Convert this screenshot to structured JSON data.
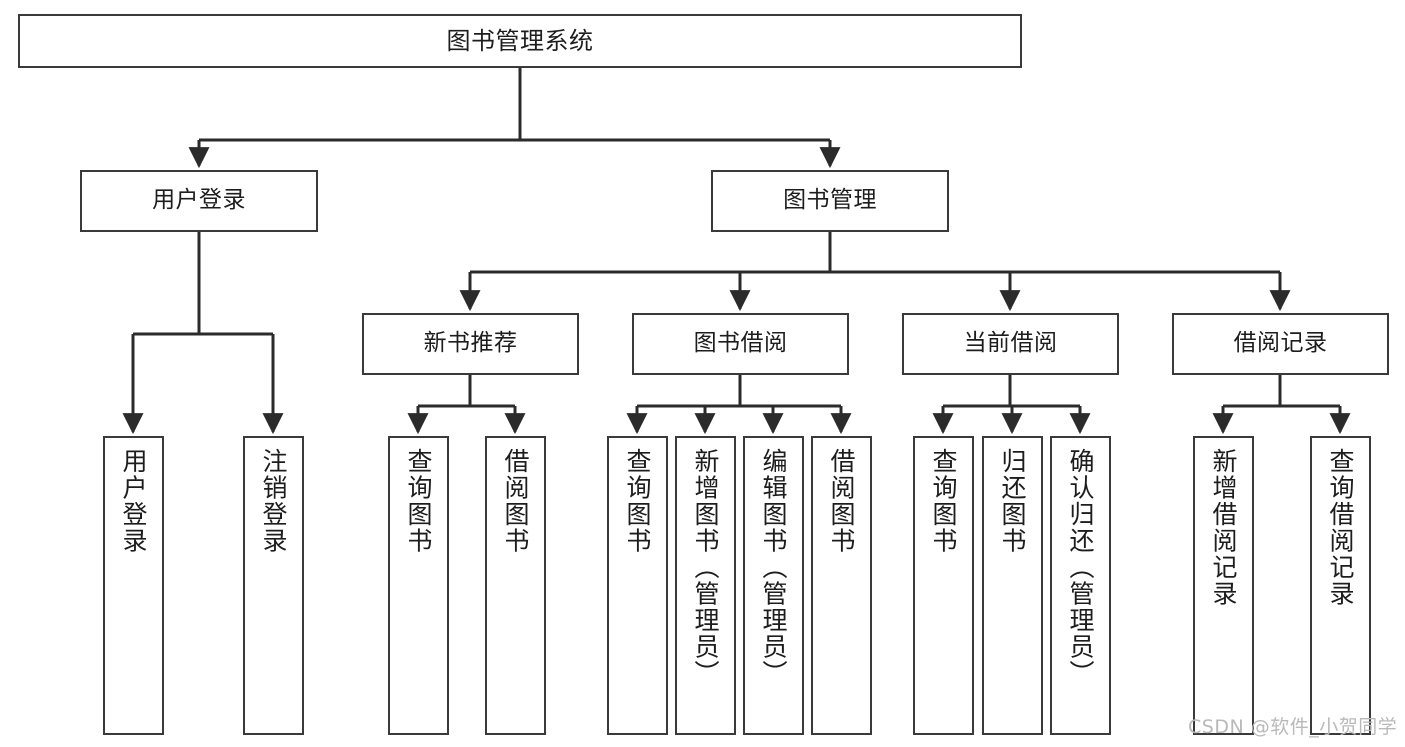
{
  "diagram": {
    "type": "tree",
    "title": "图书管理系统",
    "colors": {
      "box_border": "#3a3a3a",
      "box_fill": "#ffffff",
      "edge": "#2b2b2b",
      "text": "#1d1d1d",
      "watermark": "#b9b9b9",
      "background": "#ffffff"
    },
    "nodes": {
      "root": {
        "label": "图书管理系统"
      },
      "tier2": [
        {
          "id": "user-login",
          "label": "用户登录"
        },
        {
          "id": "book-manage",
          "label": "图书管理"
        }
      ],
      "tier3": [
        {
          "id": "new-book-recommend",
          "label": "新书推荐"
        },
        {
          "id": "book-borrow",
          "label": "图书借阅"
        },
        {
          "id": "current-borrow",
          "label": "当前借阅"
        },
        {
          "id": "borrow-record",
          "label": "借阅记录"
        }
      ],
      "leaves": {
        "user-login": [
          {
            "id": "leaf-user-login",
            "label": "用户登录"
          },
          {
            "id": "leaf-logout",
            "label": "注销登录"
          }
        ],
        "new-book-recommend": [
          {
            "id": "leaf-query-book-1",
            "label": "查询图书"
          },
          {
            "id": "leaf-borrow-book-1",
            "label": "借阅图书"
          }
        ],
        "book-borrow": [
          {
            "id": "leaf-query-book-2",
            "label": "查询图书"
          },
          {
            "id": "leaf-add-book",
            "label": "新增图书（管理员）"
          },
          {
            "id": "leaf-edit-book",
            "label": "编辑图书（管理员）"
          },
          {
            "id": "leaf-borrow-book-2",
            "label": "借阅图书"
          }
        ],
        "current-borrow": [
          {
            "id": "leaf-query-book-3",
            "label": "查询图书"
          },
          {
            "id": "leaf-return-book",
            "label": "归还图书"
          },
          {
            "id": "leaf-confirm-return",
            "label": "确认归还（管理员）"
          }
        ],
        "borrow-record": [
          {
            "id": "leaf-add-record",
            "label": "新增借阅记录"
          },
          {
            "id": "leaf-query-record",
            "label": "查询借阅记录"
          }
        ]
      }
    },
    "watermark": "CSDN @软件_小贺同学"
  }
}
